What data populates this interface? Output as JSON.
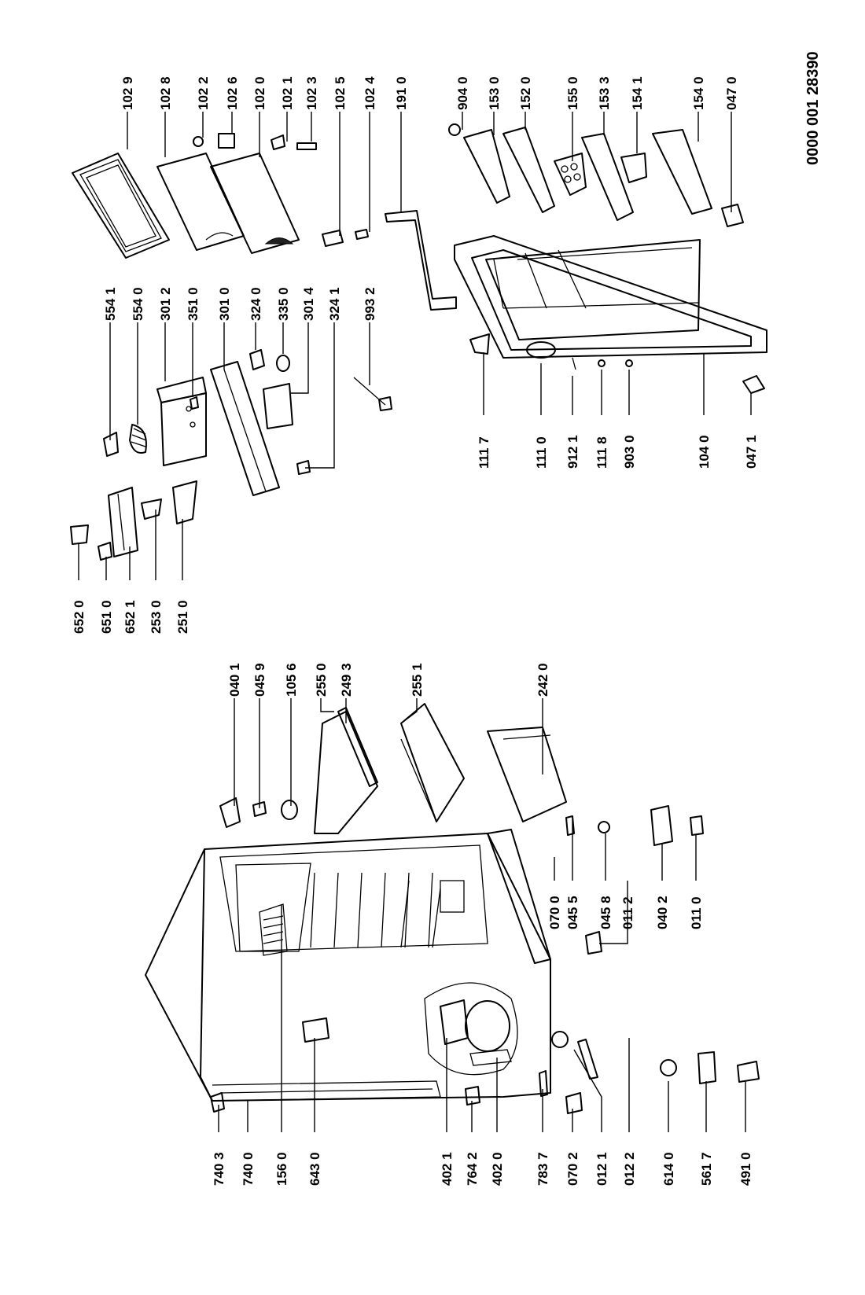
{
  "document_number": "0000 001 28390",
  "labels": {
    "p1029": "102 9",
    "p1028": "102 8",
    "p1022": "102 2",
    "p1026": "102 6",
    "p1020": "102 0",
    "p1021": "102 1",
    "p1023": "102 3",
    "p1025": "102 5",
    "p1024": "102 4",
    "p1910": "191 0",
    "p9040": "904 0",
    "p1530": "153 0",
    "p1520": "152 0",
    "p1550": "155 0",
    "p1533": "153 3",
    "p1541": "154 1",
    "p1540": "154 0",
    "p0470": "047 0",
    "p5541": "554 1",
    "p5540": "554 0",
    "p3012": "301 2",
    "p3510": "351 0",
    "p3010": "301 0",
    "p3240": "324 0",
    "p3350": "335 0",
    "p3014": "301 4",
    "p3241": "324 1",
    "p9932": "993 2",
    "p6520": "652 0",
    "p6510": "651 0",
    "p6521": "652 1",
    "p2530": "253 0",
    "p2510": "251 0",
    "p1117": "111 7",
    "p1110": "111 0",
    "p9121": "912 1",
    "p1118": "111 8",
    "p9030": "903 0",
    "p1040": "104 0",
    "p0471": "047 1",
    "p0401": "040 1",
    "p0459": "045 9",
    "p1056": "105 6",
    "p2550": "255 0",
    "p2493": "249 3",
    "p2551": "255 1",
    "p2420": "242 0",
    "p0700": "070 0",
    "p0455": "045 5",
    "p0458": "045 8",
    "p0112": "011 2",
    "p0402": "040 2",
    "p0110": "011 0",
    "p7403": "740 3",
    "p7400": "740 0",
    "p1560": "156 0",
    "p6430": "643 0",
    "p4021": "402 1",
    "p7642": "764 2",
    "p4020": "402 0",
    "p7837": "783 7",
    "p0702": "070 2",
    "p0121": "012 1",
    "p0122": "012 2",
    "p6140": "614 0",
    "p5617": "561 7",
    "p4910": "491 0"
  }
}
